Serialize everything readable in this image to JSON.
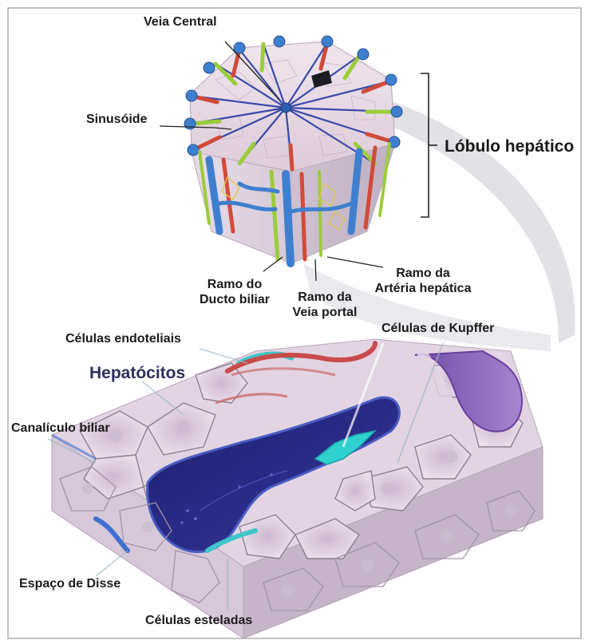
{
  "labels": {
    "veia_central": "Veia Central",
    "sinusoide": "Sinusóide",
    "lobulo_hepatico": "Lóbulo hepático",
    "ramo_ducto_biliar": [
      "Ramo do",
      "Ducto biliar"
    ],
    "ramo_veia_portal": [
      "Ramo da",
      "Veia portal"
    ],
    "ramo_arteria_hepatica": [
      "Ramo da",
      "Artéria hepática"
    ],
    "celulas_endoteliais": "Células endoteliais",
    "celulas_kupffer": "Células de Kupffer",
    "hepatocitos": "Hepatócitos",
    "canaliculo_biliar": "Canalículo biliar",
    "espaco_disse": "Espaço de Disse",
    "celulas_esteladas": "Células esteladas"
  },
  "colors": {
    "vein_blue": "#3f7fd0",
    "artery_red": "#d24a3a",
    "bile_duct_green": "#9ccc3a",
    "hepatocyte_pink": "#e8d8e6",
    "sinusoid_dark": "#2a2a66",
    "endothelial_teal": "#3fc7c9",
    "kupffer_purple": "#7b4ab8"
  }
}
